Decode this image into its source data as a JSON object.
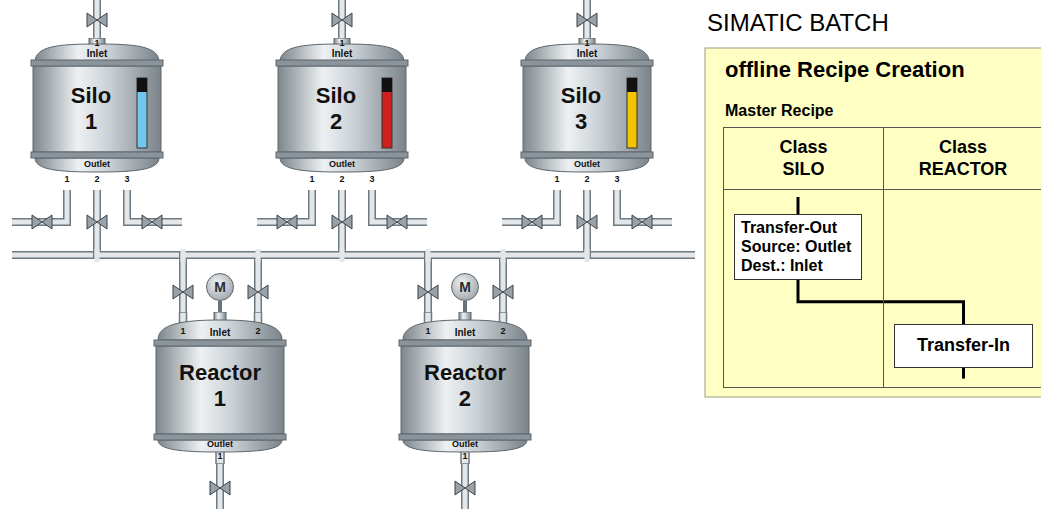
{
  "diagram": {
    "title": "SIMATIC BATCH",
    "nodes": [
      {
        "text": [
          "1",
          "Inlet",
          "Silo 1",
          "Outlet",
          "1",
          "2",
          "3"
        ]
      },
      {
        "text": [
          "1",
          "Inlet",
          "Silo 2",
          "Outlet",
          "1",
          "2",
          "3"
        ]
      },
      {
        "text": [
          "1",
          "Inlet",
          "Silo 3",
          "Outlet",
          "1",
          "2",
          "3"
        ]
      },
      {
        "text": [
          "M"
        ]
      },
      {
        "text": [
          "1",
          "2",
          "Inlet",
          "Reactor 1",
          "Outlet",
          "1"
        ]
      },
      {
        "text": [
          "M"
        ]
      },
      {
        "text": [
          "1",
          "2",
          "Inlet",
          "Reactor 2",
          "Outlet",
          "1"
        ]
      },
      {
        "text": [
          "offline Recipe Creation",
          "Master Recipe"
        ]
      },
      {
        "text": [
          "Class SILO"
        ],
        "in": 7
      },
      {
        "text": [
          "Class REACTOR"
        ],
        "in": 7
      },
      {
        "text": [
          "Transfer-Out",
          "Source: Outlet",
          "Dest.: Inlet"
        ],
        "in": 8
      },
      {
        "text": [
          "Transfer-In"
        ],
        "in": 9
      }
    ],
    "edges": [
      {
        "from": 0,
        "to": 4,
        "arrow": "none"
      },
      {
        "from": 0,
        "to": 6,
        "arrow": "none"
      },
      {
        "from": 1,
        "to": 4,
        "arrow": "none"
      },
      {
        "from": 1,
        "to": 6,
        "arrow": "none"
      },
      {
        "from": 2,
        "to": 4,
        "arrow": "none"
      },
      {
        "from": 2,
        "to": 6,
        "arrow": "none"
      },
      {
        "from": 3,
        "to": 4,
        "arrow": "none"
      },
      {
        "from": 5,
        "to": 6,
        "arrow": "none"
      },
      {
        "from": 10,
        "to": 11,
        "arrow": "none"
      }
    ]
  }
}
